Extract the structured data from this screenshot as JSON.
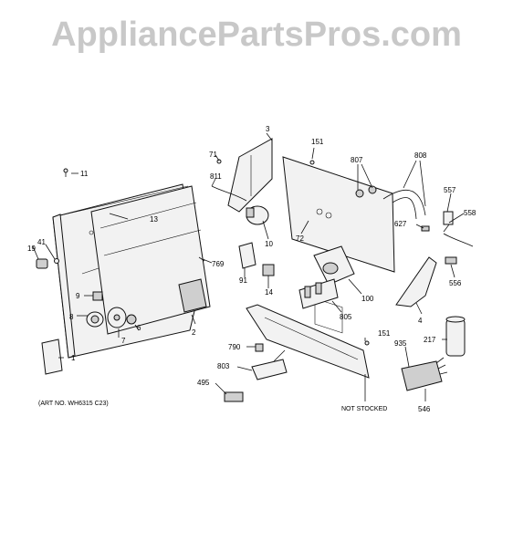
{
  "watermark": "AppliancePartsPros.com",
  "art_no": "(ART NO. WH6315 C23)",
  "not_stocked": "NOT STOCKED",
  "labels": {
    "p1": "1",
    "p2": "2",
    "p3": "3",
    "p4": "4",
    "p6": "6",
    "p7": "7",
    "p8": "8",
    "p9": "9",
    "p10": "10",
    "p11": "11",
    "p13": "13",
    "p14": "14",
    "p19": "19",
    "p41": "41",
    "p71": "71",
    "p72": "72",
    "p91": "91",
    "p100": "100",
    "p151a": "151",
    "p151b": "151",
    "p217": "217",
    "p495": "495",
    "p546": "546",
    "p556": "556",
    "p557": "557",
    "p558": "558",
    "p627": "627",
    "p769": "769",
    "p790": "790",
    "p803": "803",
    "p805": "805",
    "p807": "807",
    "p808": "808",
    "p811": "811",
    "p935": "935"
  }
}
